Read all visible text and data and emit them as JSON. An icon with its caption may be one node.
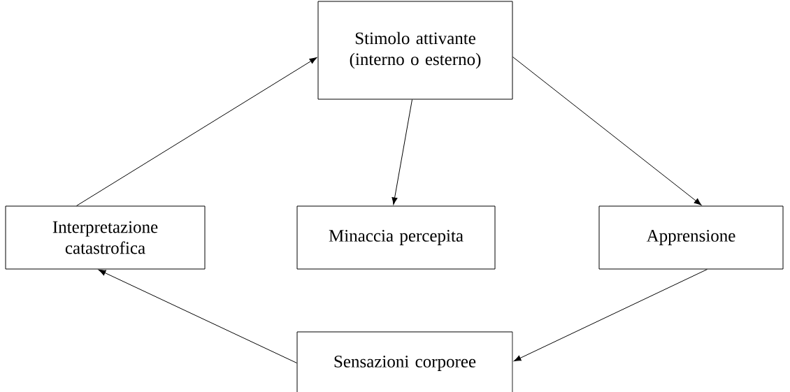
{
  "diagram": {
    "nodes": [
      {
        "text": [
          "Stimolo attivante (interno o esterno)"
        ]
      },
      {
        "text": [
          "Interpretazione catastrofica"
        ]
      },
      {
        "text": [
          "Minaccia percepita"
        ]
      },
      {
        "text": [
          "Apprensione"
        ]
      },
      {
        "text": [
          "Sensazioni corporee"
        ]
      }
    ],
    "edges": [
      {
        "from": 1,
        "to": 0,
        "arrow": "to"
      },
      {
        "from": 0,
        "to": 2,
        "arrow": "to"
      },
      {
        "from": 0,
        "to": 3,
        "arrow": "to"
      },
      {
        "from": 3,
        "to": 4,
        "arrow": "to"
      },
      {
        "from": 4,
        "to": 1,
        "arrow": "to"
      }
    ]
  }
}
